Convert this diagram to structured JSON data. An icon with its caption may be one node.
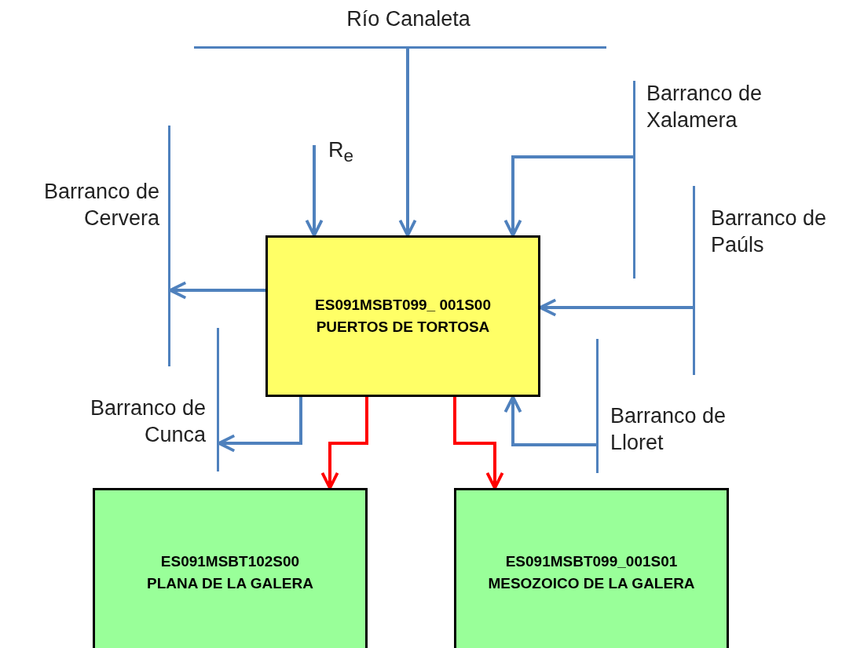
{
  "diagram": {
    "nodes": [
      {
        "text": [
          "ES091MSBT099_ 001S00",
          "PUERTOS DE TORTOSA"
        ]
      },
      {
        "text": [
          "ES091MSBT102S00",
          "PLANA DE LA GALERA"
        ]
      },
      {
        "text": [
          "ES091MSBT099_001S01",
          "MESOZOICO DE LA GALERA"
        ]
      },
      {
        "text": [],
        "shape": "bar",
        "beside": [
          "Río Canaleta"
        ]
      },
      {
        "text": [],
        "shape": "bar",
        "beside": [
          "Barranco de Xalamera"
        ]
      },
      {
        "text": [],
        "shape": "bar",
        "beside": [
          "Barranco de Paúls"
        ]
      },
      {
        "text": [],
        "shape": "bar",
        "beside": [
          "Barranco de Lloret"
        ]
      },
      {
        "text": [],
        "shape": "bar",
        "beside": [
          "Barranco de Cervera"
        ]
      },
      {
        "text": [],
        "shape": "bar",
        "beside": [
          "Barranco de Cunca"
        ]
      }
    ],
    "edges": [
      {
        "from": null,
        "to": 0,
        "arrow": "to",
        "label": "R$_{e}$"
      },
      {
        "from": 3,
        "to": 0,
        "arrow": "to"
      },
      {
        "from": 4,
        "to": 0,
        "arrow": "to"
      },
      {
        "from": 5,
        "to": 0,
        "arrow": "to"
      },
      {
        "from": 6,
        "to": 0,
        "arrow": "to"
      },
      {
        "from": 0,
        "to": 7,
        "arrow": "to"
      },
      {
        "from": 0,
        "to": 8,
        "arrow": "to"
      },
      {
        "from": 0,
        "to": 1,
        "arrow": "to",
        "color": "#ff0000"
      },
      {
        "from": 0,
        "to": 2,
        "arrow": "to",
        "color": "#ff0000"
      }
    ]
  }
}
